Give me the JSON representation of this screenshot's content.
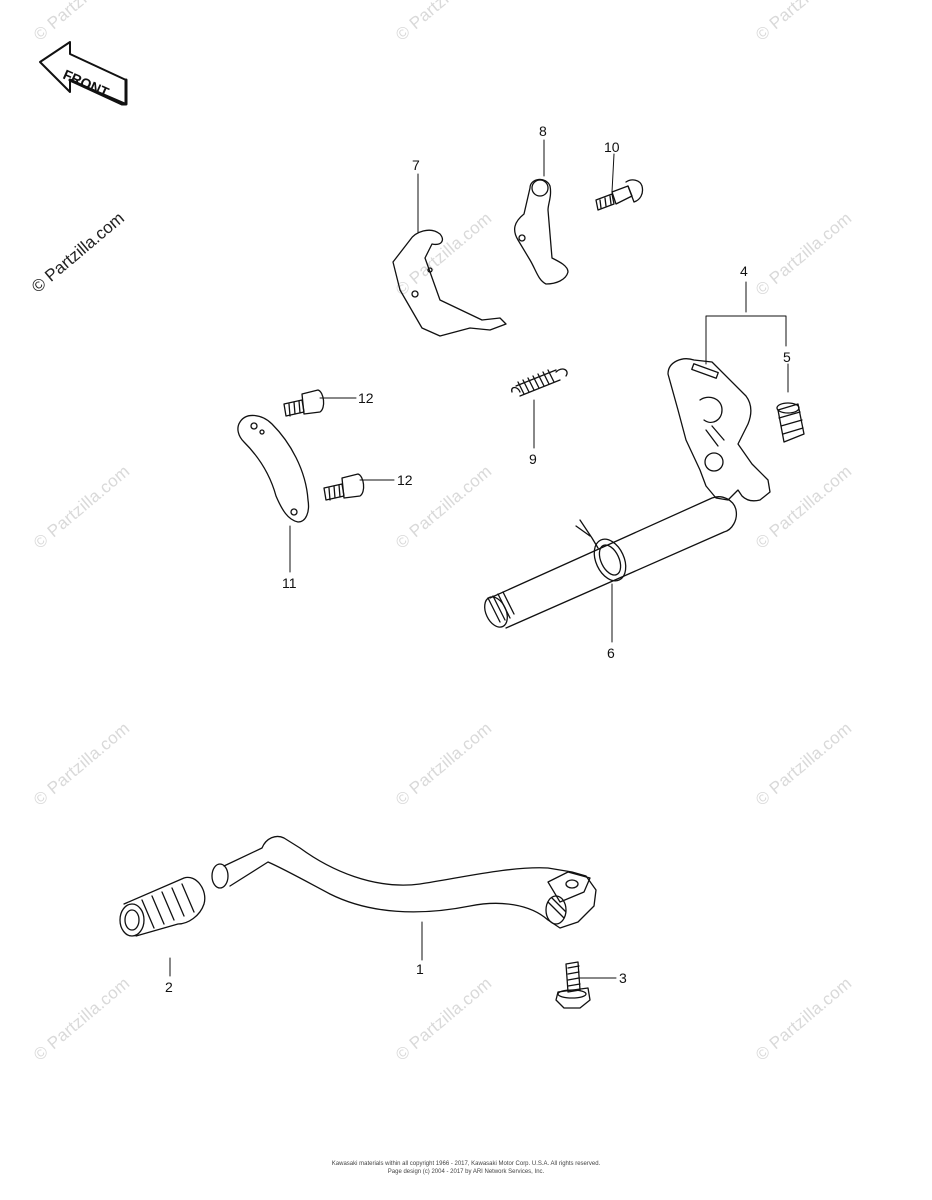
{
  "front_label": "FRONT",
  "side_watermark": "© Partzilla.com",
  "watermark_text": "© Partzilla.com",
  "callouts": [
    {
      "id": "1",
      "label": "1"
    },
    {
      "id": "2",
      "label": "2"
    },
    {
      "id": "3",
      "label": "3"
    },
    {
      "id": "4",
      "label": "4"
    },
    {
      "id": "5",
      "label": "5"
    },
    {
      "id": "6",
      "label": "6"
    },
    {
      "id": "7",
      "label": "7"
    },
    {
      "id": "8",
      "label": "8"
    },
    {
      "id": "9",
      "label": "9"
    },
    {
      "id": "10",
      "label": "10"
    },
    {
      "id": "11",
      "label": "11"
    },
    {
      "id": "12a",
      "label": "12"
    },
    {
      "id": "12b",
      "label": "12"
    }
  ],
  "footer": {
    "line1": "Kawasaki materials within all copyright 1966 - 2017, Kawasaki Motor Corp. U.S.A.  All rights reserved.",
    "line2": "Page design (c) 2004 - 2017 by ARI Network Services, Inc."
  }
}
